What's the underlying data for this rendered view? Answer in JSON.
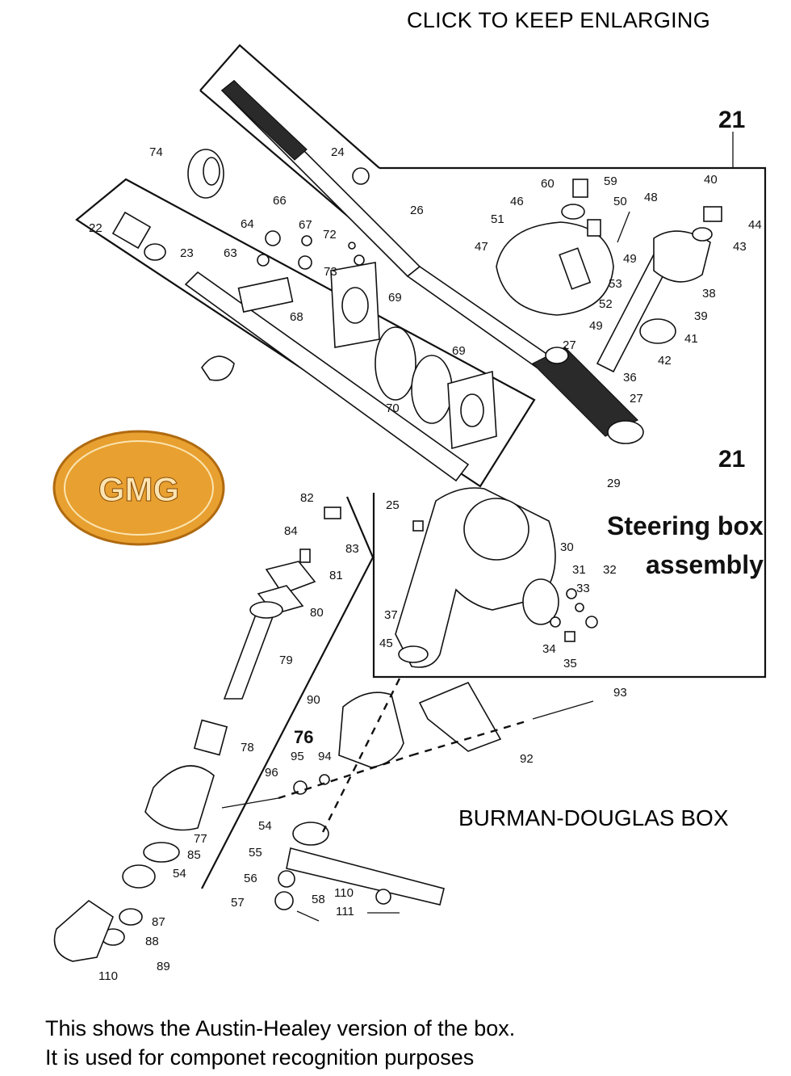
{
  "header": {
    "link_text": "CLICK TO KEEP ENLARGING"
  },
  "assembly": {
    "ref_number_top": "21",
    "ref_number_inner": "21",
    "title_line1": "Steering box",
    "title_line2": "assembly"
  },
  "column_ref": "76",
  "box_name": "BURMAN-DOUGLAS BOX",
  "footer": {
    "line1": "This shows the Austin-Healey version of the box.",
    "line2": "It is used for componet recognition purposes"
  },
  "logo": {
    "text": "GMG",
    "color": "#e8a030"
  },
  "callouts": [
    "22",
    "23",
    "24",
    "25",
    "26",
    "27",
    "27",
    "29",
    "30",
    "31",
    "32",
    "33",
    "34",
    "35",
    "36",
    "37",
    "38",
    "39",
    "40",
    "41",
    "42",
    "43",
    "44",
    "45",
    "46",
    "47",
    "48",
    "49",
    "49",
    "50",
    "51",
    "52",
    "53",
    "54",
    "54",
    "55",
    "56",
    "57",
    "58",
    "59",
    "60",
    "63",
    "64",
    "66",
    "67",
    "68",
    "69",
    "69",
    "70",
    "72",
    "73",
    "74",
    "77",
    "78",
    "79",
    "80",
    "81",
    "82",
    "83",
    "84",
    "85",
    "87",
    "88",
    "89",
    "90",
    "92",
    "93",
    "94",
    "95",
    "96",
    "110",
    "110",
    "111"
  ]
}
